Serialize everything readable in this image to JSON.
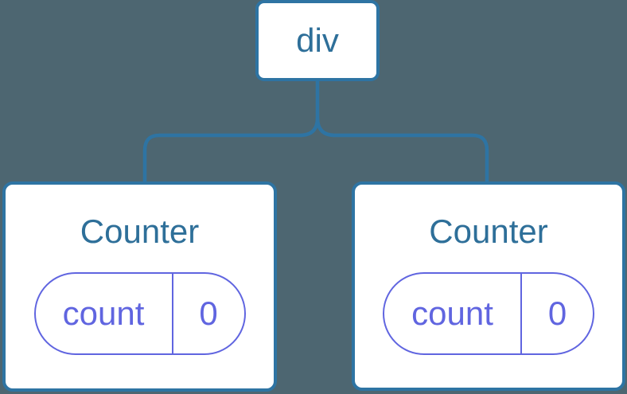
{
  "diagram": {
    "type": "component-tree",
    "background_color": "#4d6671",
    "node_fill_color": "#ffffff",
    "node_border_color": "#2e74a3",
    "node_text_color": "#2e6f99",
    "state_accent_color": "#6065e0",
    "root": {
      "label": "div"
    },
    "children": [
      {
        "title": "Counter",
        "state": {
          "key": "count",
          "value": "0"
        }
      },
      {
        "title": "Counter",
        "state": {
          "key": "count",
          "value": "0"
        }
      }
    ]
  }
}
